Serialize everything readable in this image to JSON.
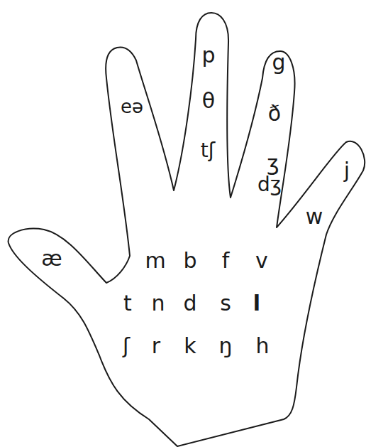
{
  "diagram": {
    "labels": [
      "eə",
      "p",
      "θ",
      "tʃ",
      "g",
      "ð",
      "ʒ",
      "dʒ",
      "j",
      "w",
      "æ",
      "m",
      "b",
      "f",
      "v",
      "t",
      "n",
      "d",
      "s",
      "l",
      "ʃ",
      "r",
      "k",
      "ŋ",
      "h"
    ]
  }
}
